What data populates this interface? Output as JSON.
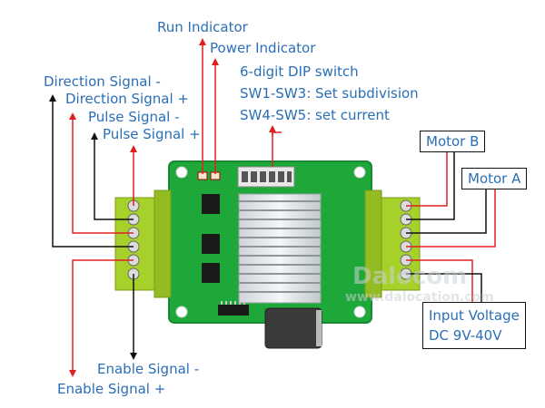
{
  "labels": {
    "run_indicator": "Run Indicator",
    "power_indicator": "Power Indicator",
    "dip_switch": "6-digit DIP switch",
    "sw1_sw3": "SW1-SW3: Set subdivision",
    "sw4_sw5": "SW4-SW5: set current",
    "direction_minus": "Direction Signal -",
    "direction_plus": "Direction Signal +",
    "pulse_minus": "Pulse Signal -",
    "pulse_plus": "Pulse Signal +",
    "enable_minus": "Enable Signal -",
    "enable_plus": "Enable Signal +",
    "motor_b": "Motor B",
    "motor_a": "Motor A",
    "input_voltage_line1": "Input Voltage",
    "input_voltage_line2": "DC 9V-40V"
  },
  "watermark": {
    "line1": "Dalocom",
    "line2": "www.dalocation.com"
  },
  "colors": {
    "label_text": "#2a6fb7",
    "pcb_green": "#1fa83a",
    "terminal_green": "#a6d12a",
    "arrow_red": "#e02020",
    "arrow_black": "#111111"
  }
}
